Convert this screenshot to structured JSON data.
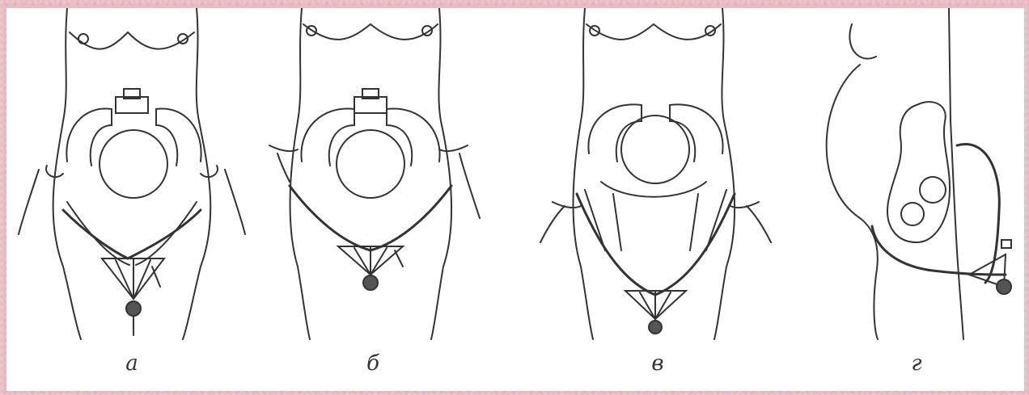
{
  "figures": [
    {
      "id": "a",
      "label": "а"
    },
    {
      "id": "b",
      "label": "б"
    },
    {
      "id": "v",
      "label": "в"
    },
    {
      "id": "g",
      "label": "г"
    }
  ],
  "colors": {
    "background": "#e9bcc3",
    "panel": "#ffffff",
    "ink": "#333333"
  }
}
